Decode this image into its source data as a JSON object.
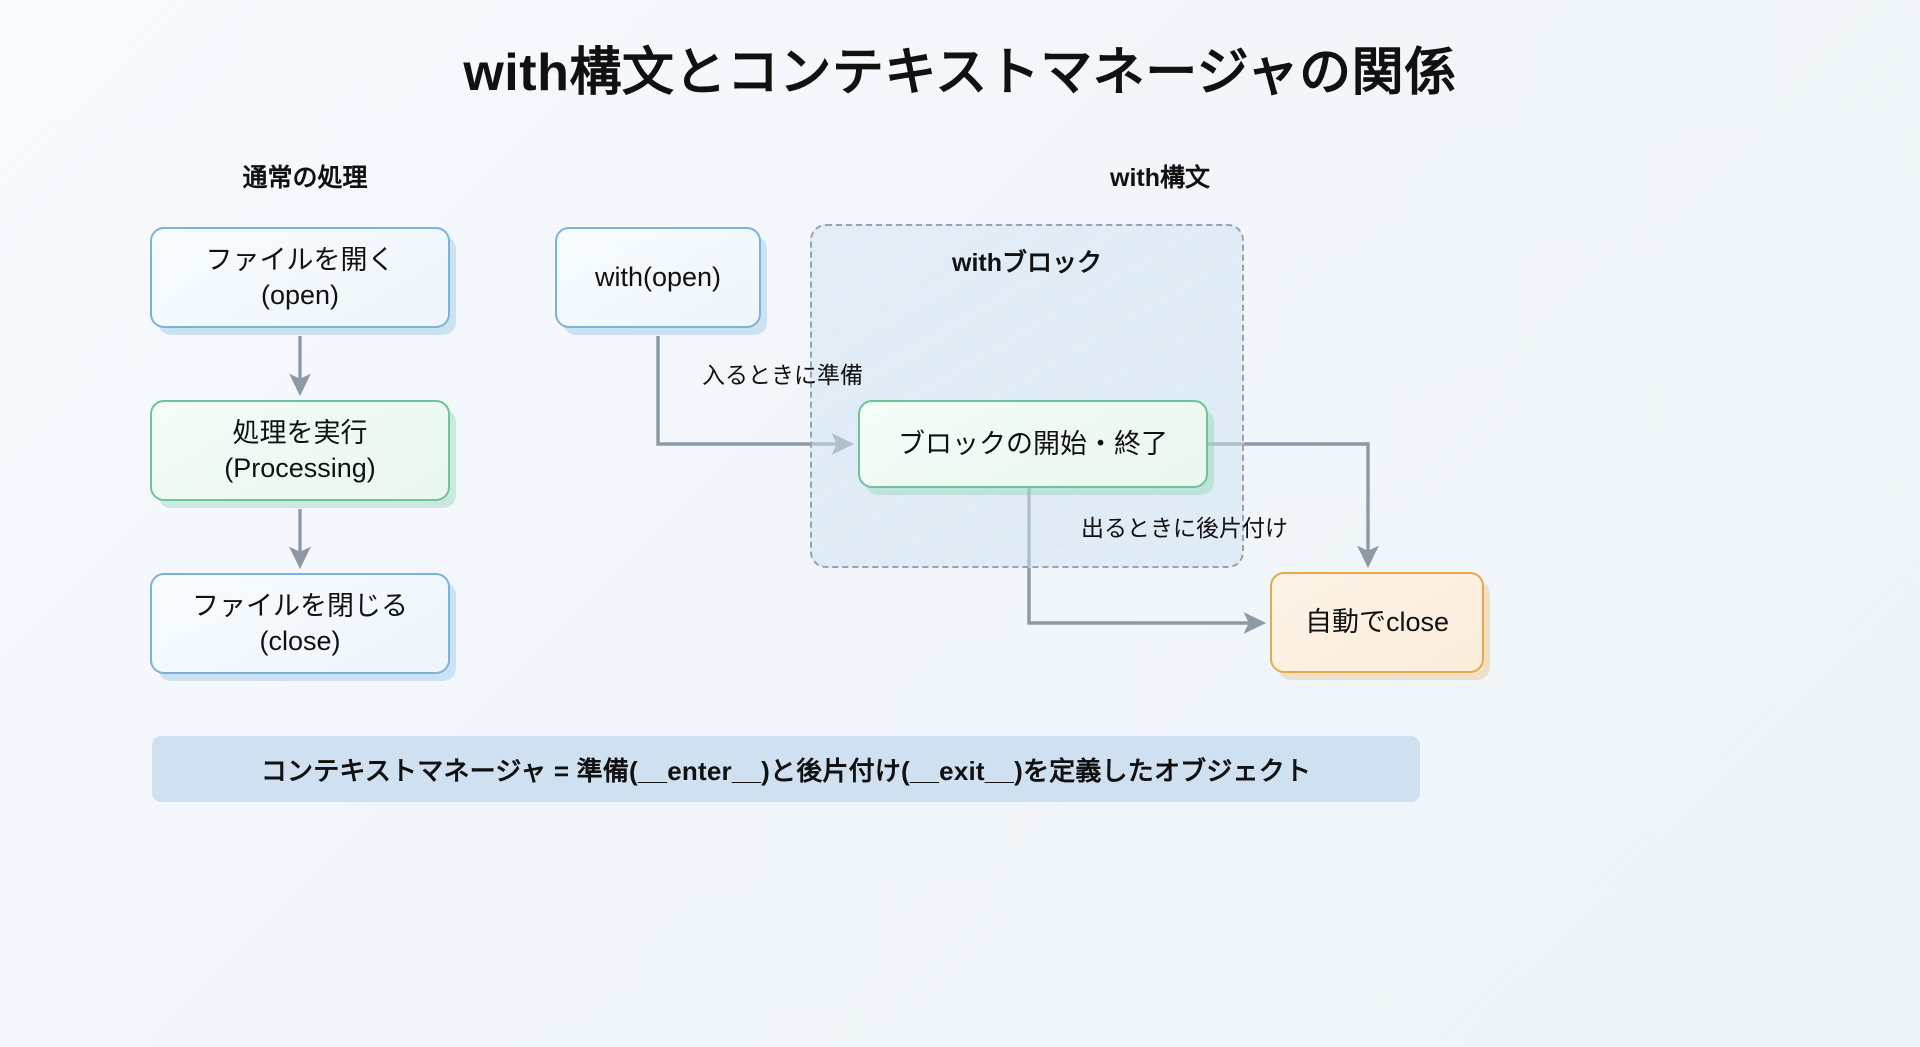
{
  "title": "with構文とコンテキストマネージャの関係",
  "columns": {
    "left_heading": "通常の処理",
    "right_heading": "with構文"
  },
  "left_flow": {
    "nodes": [
      {
        "line1": "ファイルを開く",
        "line2": "(open)",
        "color": "#7bb3d9",
        "kind": "blue"
      },
      {
        "line1": "処理を実行",
        "line2": "(Processing)",
        "color": "#6cc49a",
        "kind": "green"
      },
      {
        "line1": "ファイルを閉じる",
        "line2": "(close)",
        "color": "#7bb3d9",
        "kind": "blue"
      }
    ]
  },
  "right_flow": {
    "with_call": "with(open)",
    "block_container_label": "withブロック",
    "block_node": "ブロックの開始・終了",
    "auto_close_node": "自動でclose",
    "edge_labels": {
      "enter": "入るときに準備",
      "exit": "出るときに後片付け"
    }
  },
  "banner": {
    "text": "コンテキストマネージャ = 準備(__enter__)と後片付け(__exit__)を定義したオブジェクト",
    "background": "#cfe0f0"
  },
  "palette": {
    "page_background": "#f5f8fc",
    "blue_border": "#7bb3d9",
    "green_border": "#6cc49a",
    "orange_border": "#e8a94a",
    "dashed_border": "#9aa3ad",
    "arrow": "#8d9aa6"
  }
}
